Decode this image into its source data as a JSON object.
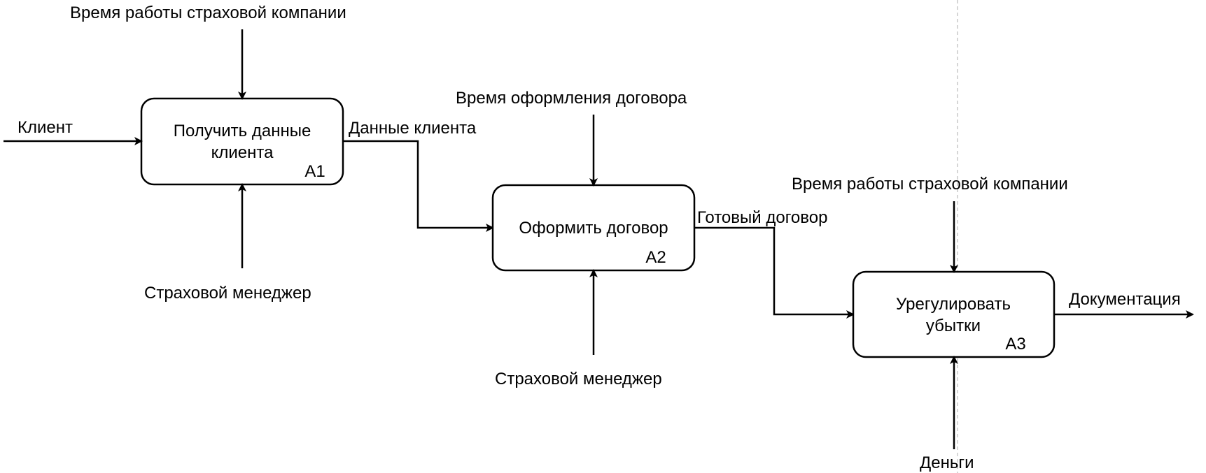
{
  "colors": {
    "stroke": "#000000",
    "background": "#ffffff",
    "guide": "#c8c8c8"
  },
  "blocks": {
    "a1": {
      "title_line1": "Получить данные",
      "title_line2": "клиента",
      "code": "A1"
    },
    "a2": {
      "title_line1": "Оформить договор",
      "code": "A2"
    },
    "a3": {
      "title_line1": "Урегулировать",
      "title_line2": "убытки",
      "code": "A3"
    }
  },
  "arrows": {
    "a1_input": "Клиент",
    "a1_control": "Время работы страховой компании",
    "a1_mechanism": "Страховой менеджер",
    "a1_output": "Данные клиента",
    "a2_control": "Время оформления договора",
    "a2_mechanism": "Страховой менеджер",
    "a2_output": "Готовый договор",
    "a3_control": "Время работы страховой компании",
    "a3_mechanism": "Деньги",
    "a3_output": "Документация"
  }
}
